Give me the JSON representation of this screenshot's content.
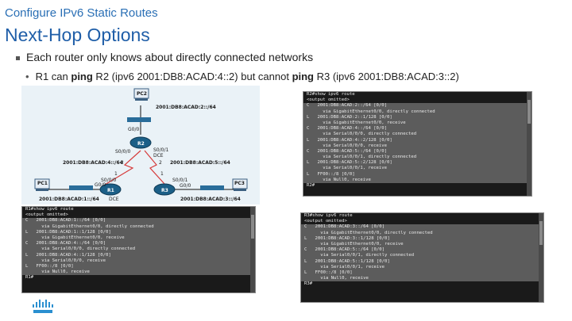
{
  "header": {
    "subtitle": "Configure IPv6 Static Routes",
    "title": "Next-Hop Options"
  },
  "bullets": {
    "level1": "Each router only knows about directly connected networks",
    "level2": {
      "a": "R1 can ",
      "b": "ping",
      "c": " R2 (ipv6 2001:DB8:ACAD:4::2) but cannot ",
      "d": "ping",
      "e": " R3 (ipv6 2001:DB8:ACAD:3::2)"
    }
  },
  "topology": {
    "nodes": {
      "pc1": "PC1",
      "pc2": "PC2",
      "pc3": "PC3",
      "r1": "R1",
      "r2": "R2",
      "r3": "R3"
    },
    "nets": {
      "top": "2001:DB8:ACAD:2::/64",
      "left": "2001:DB8:ACAD:4::/64",
      "right": "2001:DB8:ACAD:5::/64",
      "lan1": "2001:DB8:ACAD:1::/64",
      "lan3": "2001:DB8:ACAD:3::/64"
    },
    "ports": {
      "r2_g00": "G0/0",
      "r2_s000": "S0/0/0",
      "r2_s001": "S0/0/1",
      "r2_dce": "DCE",
      "r1_s000": "S0/0/0",
      "r1_g00": "G0/0",
      "r1_dce": "DCE",
      "r3_s001": "S0/0/1",
      "r3_g00": "G0/0"
    },
    "ips": {
      "l1": "1",
      "l2": "2",
      "r1": "1",
      "r2": "2"
    }
  },
  "console_r2": [
    "R2#show ipv6 route",
    "<output omitted>",
    "C   2001:DB8:ACAD:2::/64 [0/0]",
    "      via GigabitEthernet0/0, directly connected",
    "L   2001:DB8:ACAD:2::1/128 [0/0]",
    "      via GigabitEthernet0/0, receive",
    "C   2001:DB8:ACAD:4::/64 [0/0]",
    "      via Serial0/0/0, directly connected",
    "L   2001:DB8:ACAD:4::2/128 [0/0]",
    "      via Serial0/0/0, receive",
    "C   2001:DB8:ACAD:5::/64 [0/0]",
    "      via Serial0/0/1, directly connected",
    "L   2001:DB8:ACAD:5::2/128 [0/0]",
    "      via Serial0/0/1, receive",
    "L   FF00::/8 [0/0]",
    "      via Null0, receive",
    "R2#"
  ],
  "console_r1": [
    "R1#show ipv6 route",
    "<output omitted>",
    "C   2001:DB8:ACAD:1::/64 [0/0]",
    "      via GigabitEthernet0/0, directly connected",
    "L   2001:DB8:ACAD:1::1/128 [0/0]",
    "      via GigabitEthernet0/0, receive",
    "C   2001:DB8:ACAD:4::/64 [0/0]",
    "      via Serial0/0/0, directly connected",
    "L   2001:DB8:ACAD:4::1/128 [0/0]",
    "      via Serial0/0/0, receive",
    "L   FF00::/8 [0/0]",
    "      via Null0, receive",
    "R1#"
  ],
  "console_r3": [
    "R3#show ipv6 route",
    "<output omitted>",
    "C   2001:DB8:ACAD:3::/64 [0/0]",
    "      via GigabitEthernet0/0, directly connected",
    "L   2001:DB8:ACAD:3::1/128 [0/0]",
    "      via GigabitEthernet0/0, receive",
    "C   2001:DB8:ACAD:5::/64 [0/0]",
    "      via Serial0/0/1, directly connected",
    "L   2001:DB8:ACAD:5::1/128 [0/0]",
    "      via Serial0/0/1, receive",
    "L   FF00::/8 [0/0]",
    "      via Null0, receive",
    "R3#"
  ],
  "colors": {
    "title": "#1f5ea8",
    "serial": "#d63a3a",
    "router": "#1b5f87",
    "console_bg": "#1a1a1a"
  },
  "logo": "cisco-logo"
}
